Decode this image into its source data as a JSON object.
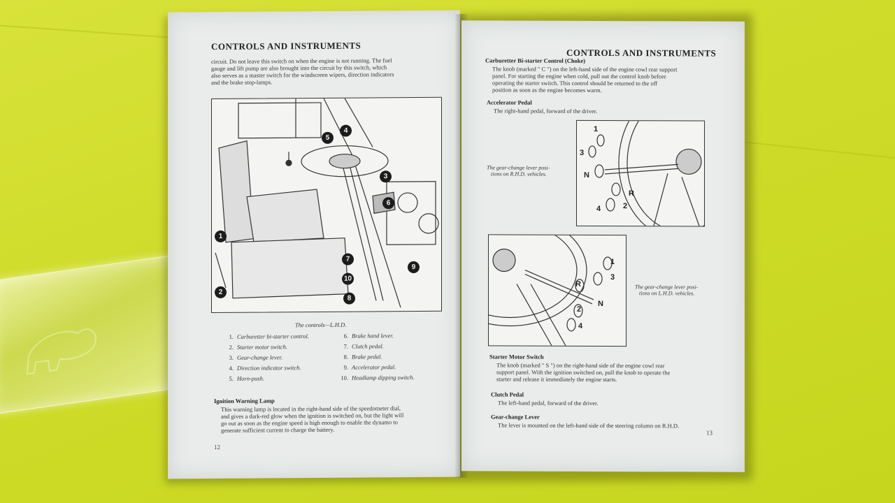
{
  "left_page": {
    "header": "CONTROLS AND INSTRUMENTS",
    "intro_lines": [
      "circuit.  Do not leave this switch on when the engine is not running.  The fuel",
      "gauge and lift pump are also brought into the circuit by this switch, which",
      "also serves as a master switch for the windscreen wipers, direction indicators",
      "and the brake stop-lamps."
    ],
    "figure_caption": "The controls—L.H.D.",
    "legend_left": [
      {
        "num": "1.",
        "label": "Carburetter bi-starter control."
      },
      {
        "num": "2.",
        "label": "Starter motor switch."
      },
      {
        "num": "3.",
        "label": "Gear-change lever."
      },
      {
        "num": "4.",
        "label": "Direction indicator switch."
      },
      {
        "num": "5.",
        "label": "Horn-push."
      }
    ],
    "legend_right": [
      {
        "num": "6.",
        "label": "Brake hand lever."
      },
      {
        "num": "7.",
        "label": "Clutch pedal."
      },
      {
        "num": "8.",
        "label": "Brake pedal."
      },
      {
        "num": "9.",
        "label": "Accelerator pedal."
      },
      {
        "num": "10.",
        "label": "Headlamp dipping switch."
      }
    ],
    "ignition_heading": "Ignition Warning Lamp",
    "ignition_lines": [
      "This warning lamp is located in the right-hand side of the speedometer dial,",
      "and gives a dark-red glow when the ignition is switched on, but the light will",
      "go out as soon as the engine speed is high enough to enable the dynamo to",
      "generate sufficient current to charge the battery."
    ],
    "page_number": "12",
    "callouts": [
      "1",
      "2",
      "3",
      "4",
      "5",
      "6",
      "7",
      "8",
      "9",
      "10"
    ]
  },
  "right_page": {
    "header": "CONTROLS AND INSTRUMENTS",
    "choke_heading": "Carburetter Bi-starter Control (Choke)",
    "choke_lines": [
      "The knob (marked \" C \") on the left-hand side of the engine cowl rear support",
      "panel.  For starting the engine when cold, pull out the control knob before",
      "operating the starter switch.  This control should be returned to the off",
      "position as soon as the engine becomes warm."
    ],
    "accel_heading": "Accelerator Pedal",
    "accel_line": "The right-hand pedal, forward of the driver.",
    "rhd_caption_1": "The gear-change lever posi-",
    "rhd_caption_2": "tions on R.H.D. vehicles.",
    "lhd_caption_1": "The gear-change lever posi-",
    "lhd_caption_2": "tions on L.H.D. vehicles.",
    "rhd_gears": [
      "1",
      "3",
      "N",
      "R",
      "4",
      "2"
    ],
    "lhd_gears": [
      "1",
      "3",
      "R",
      "N",
      "2",
      "4"
    ],
    "starter_heading": "Starter Motor Switch",
    "starter_lines": [
      "The knob (marked \" S \") on the right-hand side of the engine cowl rear",
      "support panel.  With the ignition switched on, pull the knob to operate the",
      "starter and release it immediately the engine starts."
    ],
    "clutch_heading": "Clutch Pedal",
    "clutch_line": "The left-hand pedal, forward of the driver.",
    "gear_heading": "Gear-change Lever",
    "gear_line": "The lever is mounted on the left-hand side of the steering column on R.H.D.",
    "page_number": "13"
  }
}
